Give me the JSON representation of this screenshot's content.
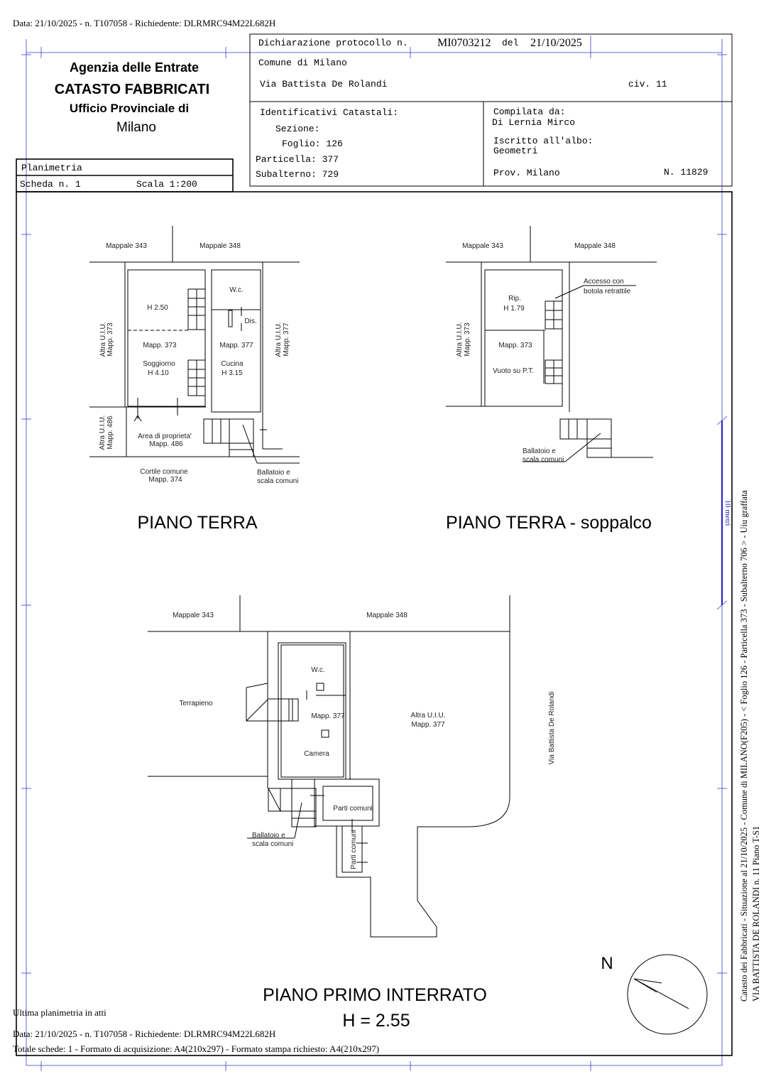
{
  "top_line": "Data: 21/10/2025 - n. T107058 - Richiedente: DLRMRC94M22L682H",
  "header": {
    "agency": "Agenzia delle Entrate",
    "catasto": "CATASTO FABBRICATI",
    "ufficio": "Ufficio Provinciale di",
    "city": "Milano",
    "planimetria": "Planimetria",
    "scheda": "Scheda n. 1",
    "scala": "Scala 1:200",
    "dichiarazione_label": "Dichiarazione protocollo n.",
    "protocollo": "MI0703212",
    "del_label": "del",
    "protocollo_date": "21/10/2025",
    "comune": "Comune di Milano",
    "via": "Via Battista De Rolandi",
    "civico": "civ. 11",
    "identificativi": "Identificativi Catastali:",
    "sezione": "Sezione:",
    "foglio": "Foglio: 126",
    "particella": "Particella: 377",
    "subalterno": "Subalterno: 729",
    "compilata": "Compilata da:",
    "compilatore": "Di Lernia Mirco",
    "iscritto": "Iscritto all'albo:",
    "albo": "Geometri",
    "prov": "Prov. Milano",
    "numero": "N. 11829"
  },
  "plan_terra": {
    "title": "PIANO TERRA",
    "mappale_343": "Mappale 343",
    "mappale_348": "Mappale 348",
    "h250": "H 2.50",
    "mapp373": "Mapp. 373",
    "soggiorno": "Soggiorno",
    "h410": "H 4.10",
    "wc": "W.c.",
    "dis": "Dis.",
    "mapp377": "Mapp. 377",
    "cucina": "Cucina",
    "h315": "H 3.15",
    "altra_uiu": "Altra U.I.U.",
    "altra_373": "Mapp. 373",
    "altra_377": "Mapp. 377",
    "altra_486": "Mapp. 486",
    "area_1": "Area di proprieta'",
    "area_2": "Mapp. 486",
    "cortile_1": "Cortile comune",
    "cortile_2": "Mapp. 374",
    "ballatoio_1": "Ballatoio e",
    "ballatoio_2": "scala comuni"
  },
  "plan_soppalco": {
    "title": "PIANO TERRA - soppalco",
    "mappale_343": "Mappale 343",
    "mappale_348": "Mappale 348",
    "rip": "Rip.",
    "h179": "H 1.79",
    "mapp373": "Mapp. 373",
    "vuoto": "Vuoto su P.T.",
    "accesso_1": "Accesso con",
    "accesso_2": "botola retrattile",
    "altra_uiu": "Altra U.I.U.",
    "altra_373": "Mapp. 373",
    "ballatoio_1": "Ballatoio e",
    "ballatoio_2": "scala comuni"
  },
  "plan_interrato": {
    "title": "PIANO PRIMO INTERRATO",
    "height": "H = 2.55",
    "mappale_343": "Mappale 343",
    "mappale_348": "Mappale 348",
    "terrapieno": "Terrapieno",
    "wc": "W.c.",
    "mapp377": "Mapp. 377",
    "camera": "Camera",
    "altra_uiu": "Altra U.I.U.",
    "altra_377": "Mapp. 377",
    "via": "Via Battista De Rolandi",
    "parti_comuni": "Parti comuni",
    "parti_comuni_v": "Parti comuni",
    "ballatoio_1": "Ballatoio e",
    "ballatoio_2": "scala comuni"
  },
  "north": "N",
  "scale_bar": "10 metri",
  "side_text_1": "Catasto dei Fabbricati - Situazione al 21/10/2025 - Comune di MILANO(F205) - < Foglio 126 - Particella  373 - Subalterno 706 > - Uiu graffata",
  "side_text_2": "VIA BATTISTA DE ROLANDI n. 11 Piano T-S1",
  "footer": {
    "ultima": "Ultima planimetria in atti",
    "data": "Data: 21/10/2025 - n. T107058 - Richiedente: DLRMRC94M22L682H",
    "totale": "Totale schede: 1 - Formato di acquisizione: A4(210x297)  - Formato stampa richiesto: A4(210x297)"
  }
}
